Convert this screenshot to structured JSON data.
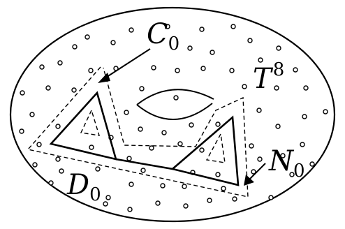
{
  "labels": {
    "c": {
      "main": "C",
      "sub": "0"
    },
    "t": {
      "main": "T",
      "sup": "8"
    },
    "n": {
      "main": "N",
      "sub": "0"
    },
    "d": {
      "main": "D",
      "sub": "0"
    }
  },
  "colors": {
    "ink": "#000000",
    "paper": "#ffffff"
  }
}
